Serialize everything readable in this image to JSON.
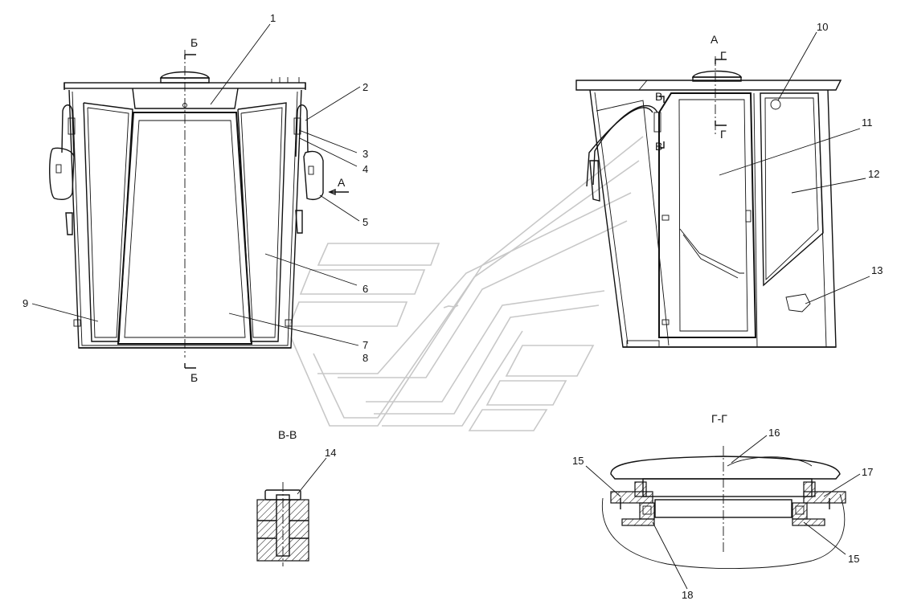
{
  "views": {
    "front": {
      "cut_top": "Б",
      "cut_bottom": "Б",
      "arrow_label": "А"
    },
    "side": {
      "title": "А",
      "cut_top": "Г",
      "cut_mid": "Г",
      "section_mark_top": "В",
      "section_mark_bottom": "В"
    },
    "section_vv": {
      "title": "В-В"
    },
    "section_gg": {
      "title": "Г-Г"
    }
  },
  "callouts": [
    "1",
    "2",
    "3",
    "4",
    "5",
    "6",
    "7",
    "8",
    "9",
    "10",
    "11",
    "12",
    "13",
    "14",
    "15",
    "16",
    "17",
    "15",
    "18"
  ],
  "colors": {
    "line": "#111111",
    "watermark": "#c8c8c8",
    "background": "#ffffff"
  }
}
